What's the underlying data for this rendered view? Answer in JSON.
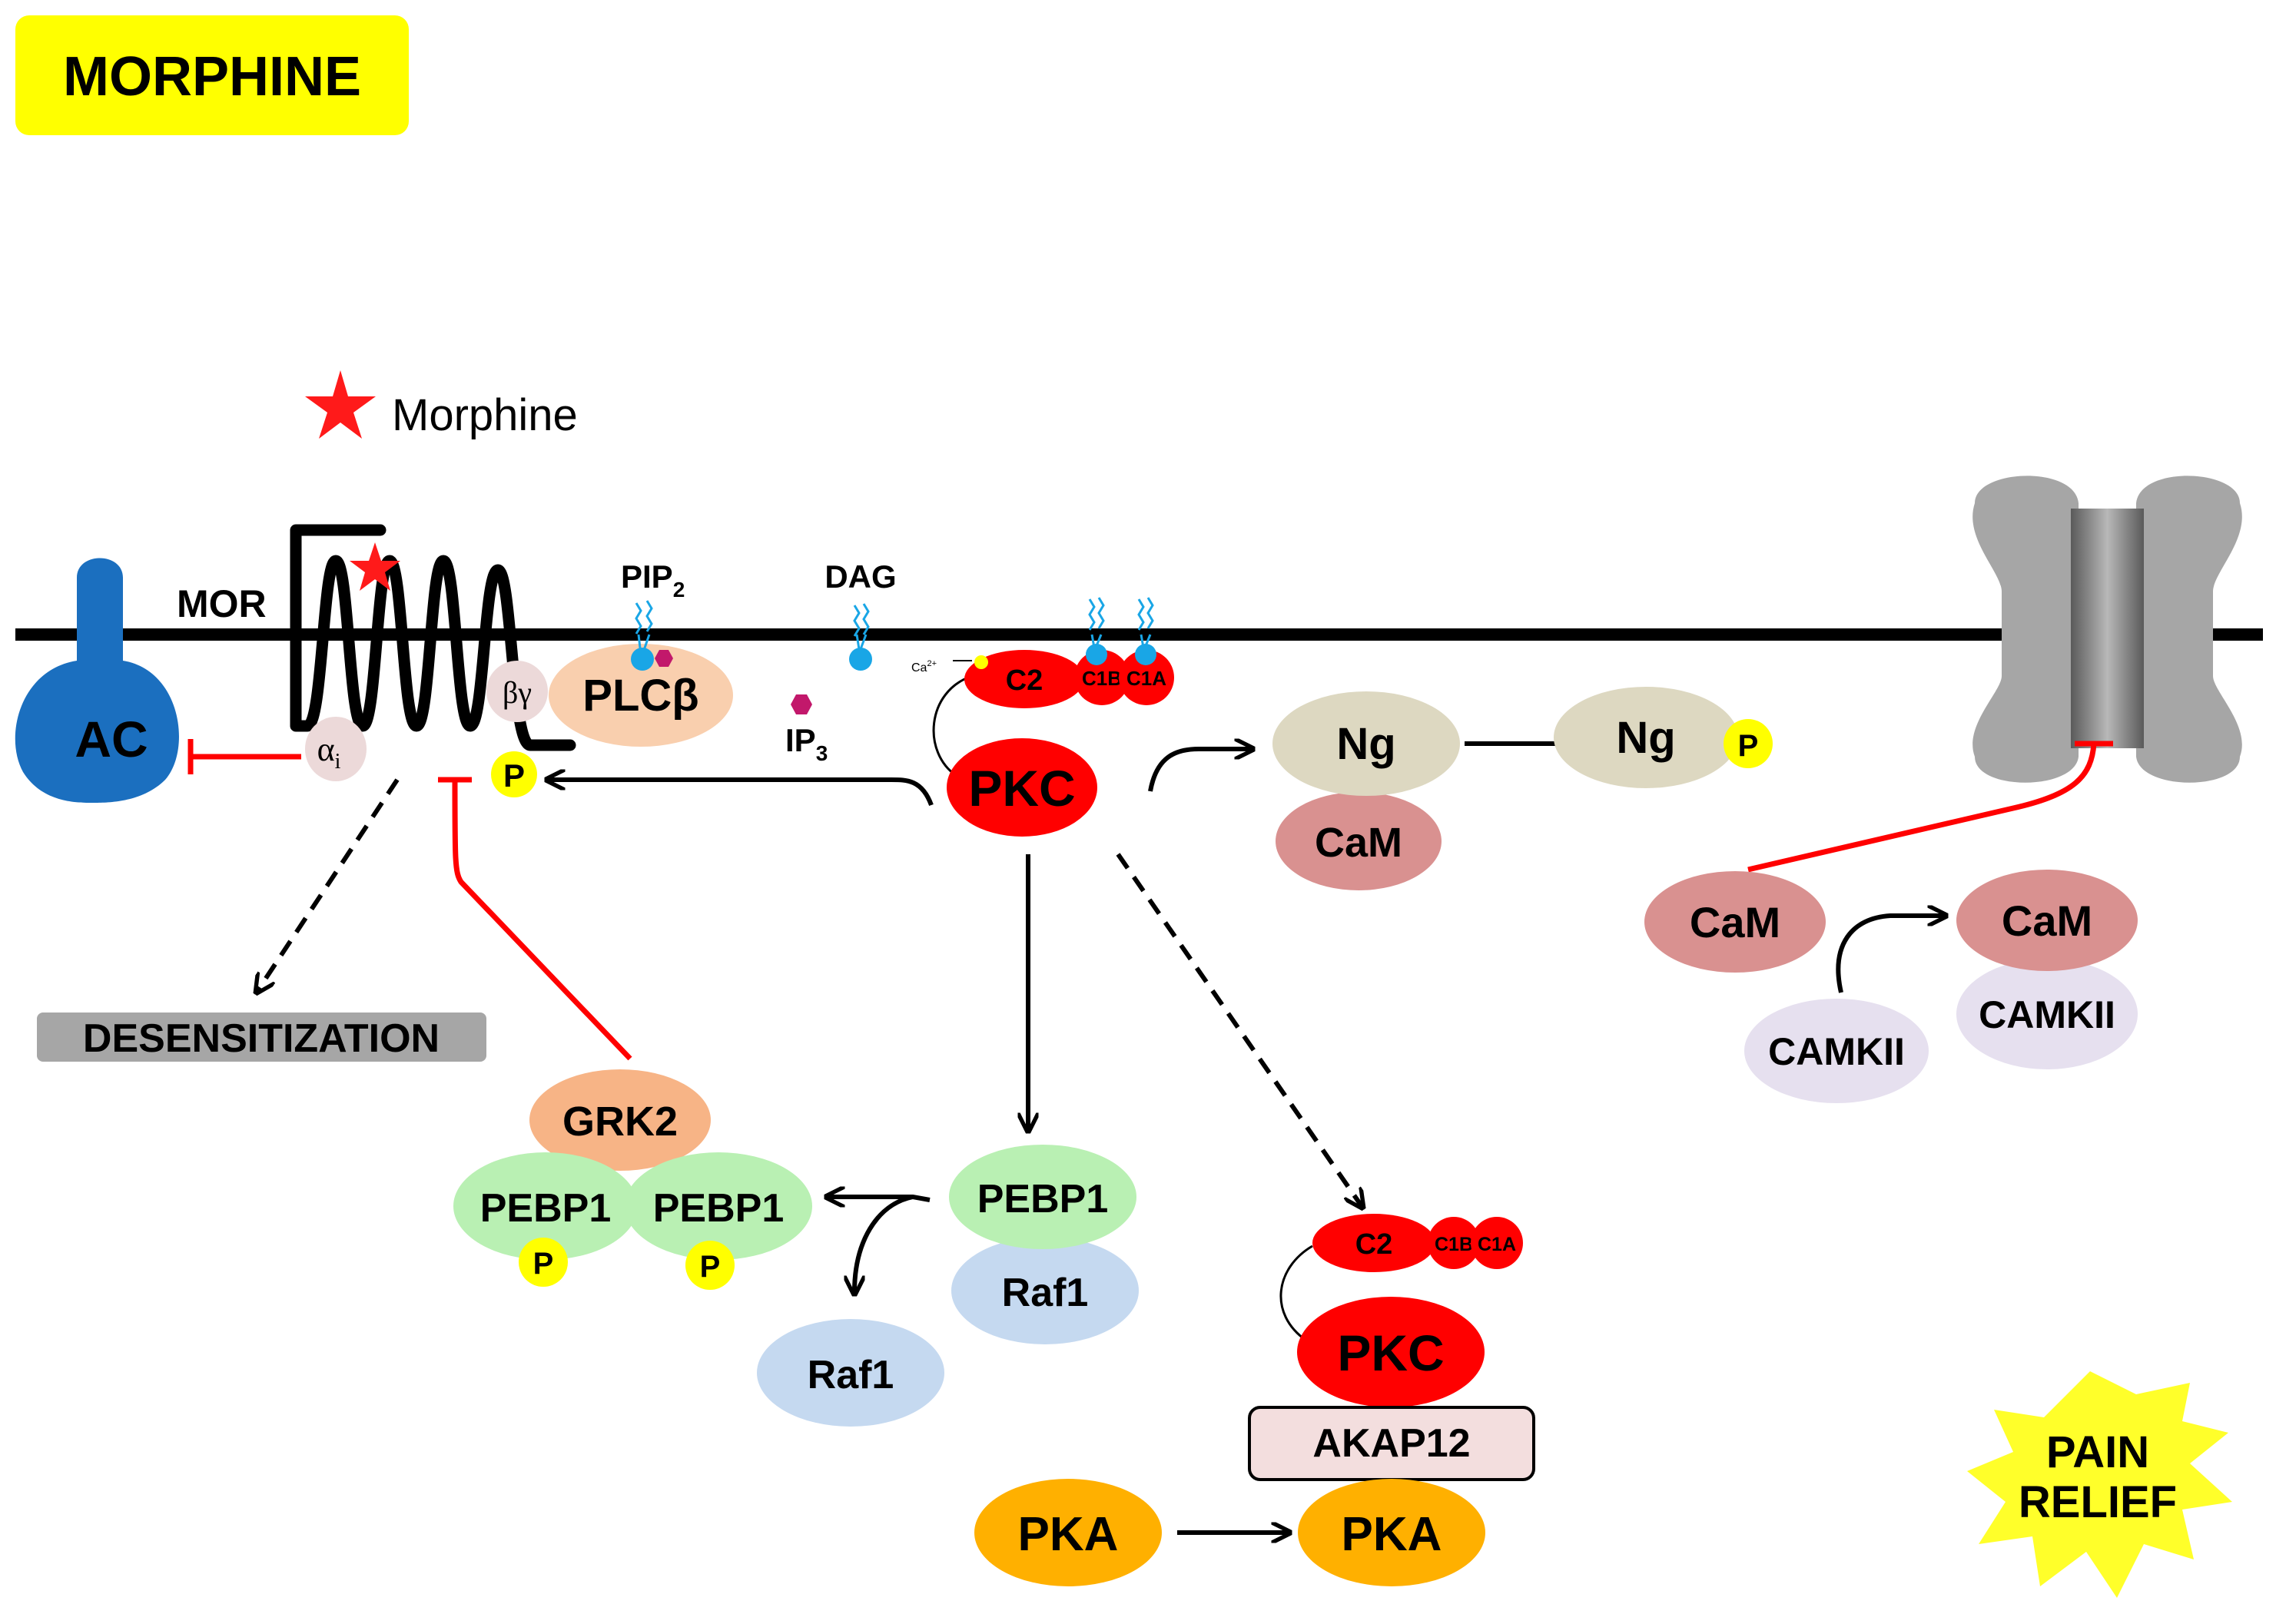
{
  "title": "MORPHINE",
  "ligand": {
    "label": "Morphine"
  },
  "membrane": {
    "receptor": "MOR",
    "adenylyl_cyclase": "AC",
    "g_alpha": "α",
    "g_alpha_sub": "i",
    "g_betagamma": "βγ",
    "plc": "PLCβ",
    "pip2": "PIP",
    "pip2_sub": "2",
    "dag": "DAG",
    "ip3": "IP",
    "ip3_sub": "3",
    "ca": "Ca",
    "ca_sup": "2+",
    "phospho": "P"
  },
  "pkc_membrane": {
    "c2": "C2",
    "c1b": "C1B",
    "c1a": "C1A",
    "label": "PKC"
  },
  "neurogranin": {
    "ng": "Ng",
    "cam": "CaM",
    "ng_p": "Ng",
    "p": "P"
  },
  "camkii_pathway": {
    "cam_free": "CaM",
    "camkii_free": "CAMKII",
    "cam_bound": "CaM",
    "camkii_bound": "CAMKII"
  },
  "desensitization": "DESENSITIZATION",
  "grk_complex": {
    "grk2": "GRK2",
    "pebp1_left": "PEBP1",
    "pebp1_right": "PEBP1",
    "p_left": "P",
    "p_right": "P"
  },
  "pebp_raf": {
    "pebp1": "PEBP1",
    "raf1_bound": "Raf1",
    "raf1_free": "Raf1"
  },
  "akap_complex": {
    "c2": "C2",
    "c1b": "C1B",
    "c1a": "C1A",
    "pkc": "PKC",
    "akap": "AKAP12",
    "pka_bound": "PKA",
    "pka_free": "PKA"
  },
  "outcome": {
    "line1": "PAIN",
    "line2": "RELIEF"
  },
  "colors": {
    "title_bg": "#ffff00",
    "ac": "#1b6fbf",
    "morphine_star": "#ff1a1a",
    "pkc": "#ff0000",
    "plc": "#f9cfae",
    "ng": "#ddd8c1",
    "cam": "#d99190",
    "camkii": "#e6e0ef",
    "pebp1": "#b9f0b3",
    "raf1": "#c5d9f0",
    "grk2": "#f7b486",
    "pka": "#ffb000",
    "akap": "#f3dede",
    "phospho": "#ffff00",
    "lipid": "#19a6e6",
    "ip3": "#c2186b",
    "inhibit": "#ff0000",
    "channel": "#a6a6a6",
    "desens_bg": "#a6a6a6"
  }
}
